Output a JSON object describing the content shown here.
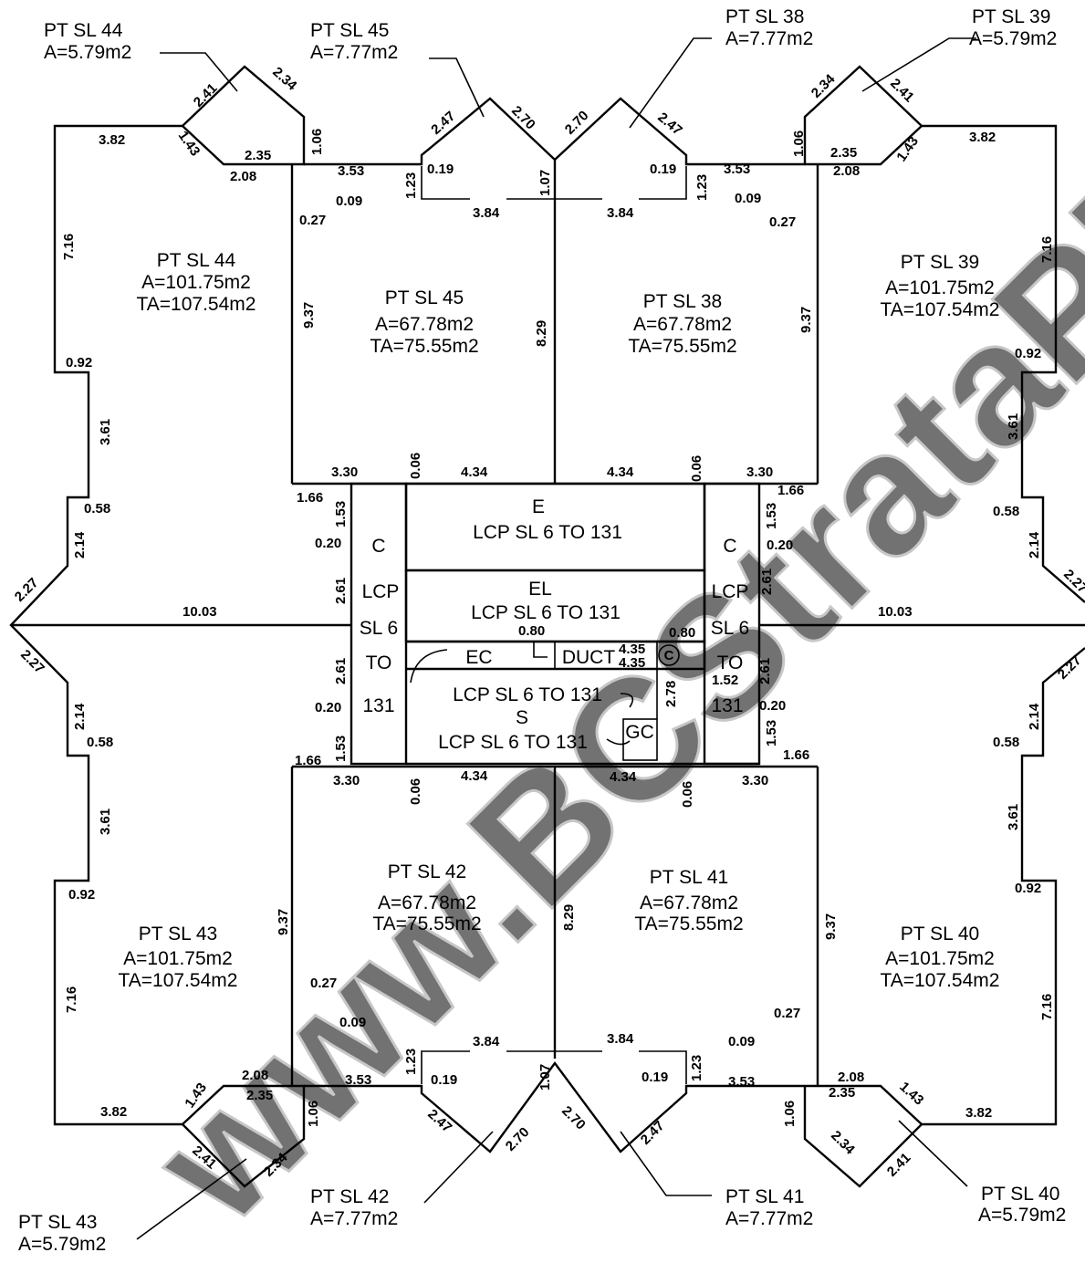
{
  "watermark": "www.BCStrataPlans",
  "lots": [
    {
      "id": "sl44",
      "name": "PT SL 44",
      "a": "A=101.75m2",
      "ta": "TA=107.54m2"
    },
    {
      "id": "sl45",
      "name": "PT SL 45",
      "a": "A=67.78m2",
      "ta": "TA=75.55m2"
    },
    {
      "id": "sl38",
      "name": "PT SL 38",
      "a": "A=67.78m2",
      "ta": "TA=75.55m2"
    },
    {
      "id": "sl39",
      "name": "PT SL 39",
      "a": "A=101.75m2",
      "ta": "TA=107.54m2"
    },
    {
      "id": "sl43",
      "name": "PT SL 43",
      "a": "A=101.75m2",
      "ta": "TA=107.54m2"
    },
    {
      "id": "sl42",
      "name": "PT SL 42",
      "a": "A=67.78m2",
      "ta": "TA=75.55m2"
    },
    {
      "id": "sl41",
      "name": "PT SL 41",
      "a": "A=67.78m2",
      "ta": "TA=75.55m2"
    },
    {
      "id": "sl40",
      "name": "PT SL 40",
      "a": "A=101.75m2",
      "ta": "TA=107.54m2"
    }
  ],
  "balconies": [
    {
      "id": "b44",
      "name": "PT SL 44",
      "a": "A=5.79m2"
    },
    {
      "id": "b45",
      "name": "PT SL 45",
      "a": "A=7.77m2"
    },
    {
      "id": "b38",
      "name": "PT SL 38",
      "a": "A=7.77m2"
    },
    {
      "id": "b39",
      "name": "PT SL 39",
      "a": "A=5.79m2"
    },
    {
      "id": "b43",
      "name": "PT SL 43",
      "a": "A=5.79m2"
    },
    {
      "id": "b42",
      "name": "PT SL 42",
      "a": "A=7.77m2"
    },
    {
      "id": "b41",
      "name": "PT SL 41",
      "a": "A=7.77m2"
    },
    {
      "id": "b40",
      "name": "PT SL 40",
      "a": "A=5.79m2"
    }
  ],
  "common": {
    "e_code": "E",
    "lcp": "LCP SL 6 TO 131",
    "el_code": "EL",
    "ec": "EC",
    "duct": "DUCT",
    "s_code": "S",
    "gc": "GC",
    "copyright": "C",
    "c_code": "C",
    "lcp_short": "LCP",
    "sl6": "SL 6",
    "to": "TO",
    "n131": "131"
  },
  "dims": {
    "d382": "3.82",
    "d143": "1.43",
    "d235": "2.35",
    "d208": "2.08",
    "d106": "1.06",
    "d241": "2.41",
    "d234": "2.34",
    "d247": "2.47",
    "d270": "2.70",
    "d353": "3.53",
    "d019": "0.19",
    "d123": "1.23",
    "d107": "1.07",
    "d384": "3.84",
    "d009": "0.09",
    "d027": "0.27",
    "d716": "7.16",
    "d937": "9.37",
    "d829": "8.29",
    "d092": "0.92",
    "d361": "3.61",
    "d058": "0.58",
    "d214": "2.14",
    "d227": "2.27",
    "d1003": "10.03",
    "d330": "3.30",
    "d006": "0.06",
    "d434": "4.34",
    "d166": "1.66",
    "d153": "1.53",
    "d020": "0.20",
    "d261": "2.61",
    "d080": "0.80",
    "d435": "4.35",
    "d152": "1.52",
    "d278": "2.78"
  }
}
